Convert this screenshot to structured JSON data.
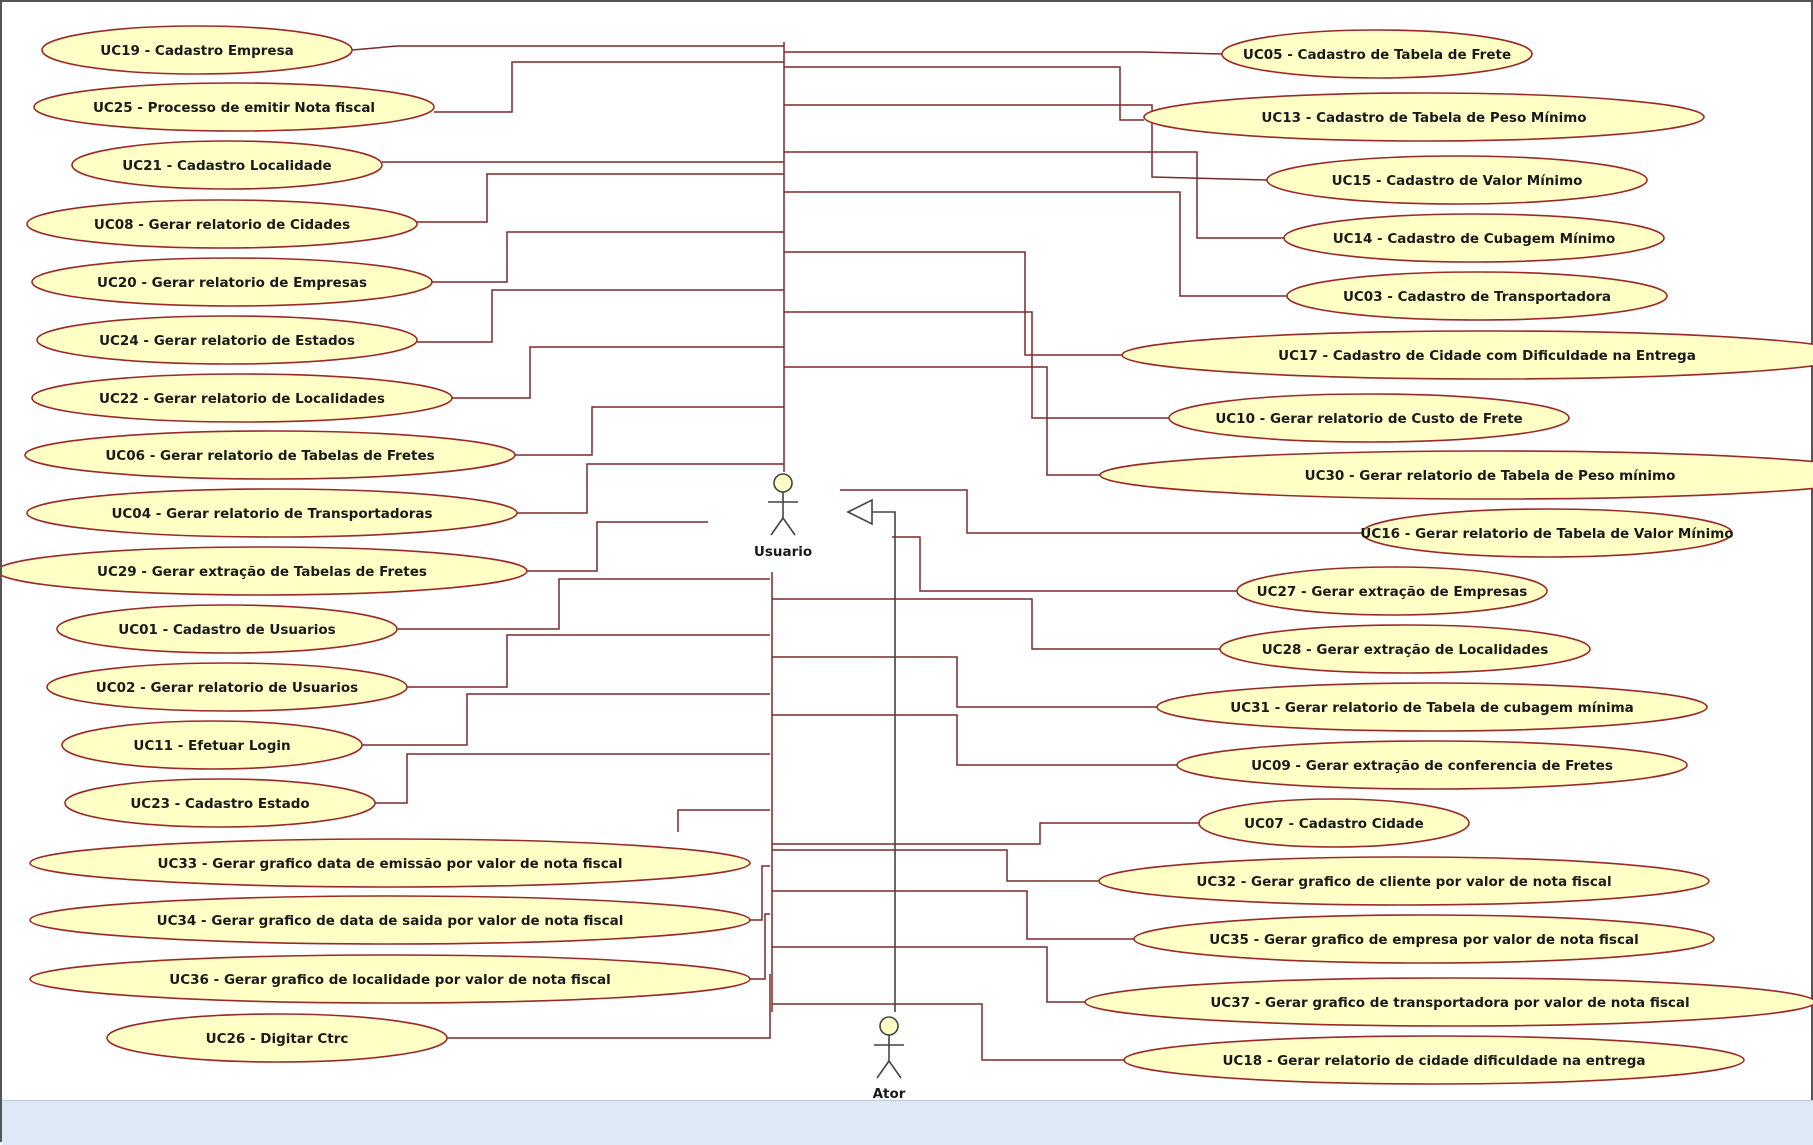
{
  "diagram": {
    "actors": [
      {
        "id": "usuario",
        "label": "Usuario"
      },
      {
        "id": "ator",
        "label": "Ator"
      }
    ],
    "use_cases_left": [
      {
        "id": "UC19",
        "label": "UC19 - Cadastro Empresa"
      },
      {
        "id": "UC25",
        "label": "UC25 - Processo de emitir Nota fiscal"
      },
      {
        "id": "UC21",
        "label": "UC21 - Cadastro Localidade"
      },
      {
        "id": "UC08",
        "label": "UC08 - Gerar relatorio de Cidades"
      },
      {
        "id": "UC20",
        "label": "UC20 - Gerar relatorio de Empresas"
      },
      {
        "id": "UC24",
        "label": "UC24 - Gerar relatorio de Estados"
      },
      {
        "id": "UC22",
        "label": "UC22 - Gerar relatorio de Localidades"
      },
      {
        "id": "UC06",
        "label": "UC06 - Gerar relatorio de Tabelas de Fretes"
      },
      {
        "id": "UC04",
        "label": "UC04 - Gerar relatorio de Transportadoras"
      },
      {
        "id": "UC29",
        "label": "UC29 - Gerar extração de Tabelas de Fretes"
      },
      {
        "id": "UC01",
        "label": "UC01 - Cadastro de Usuarios"
      },
      {
        "id": "UC02",
        "label": "UC02 - Gerar relatorio de Usuarios"
      },
      {
        "id": "UC11",
        "label": "UC11 - Efetuar Login"
      },
      {
        "id": "UC23",
        "label": "UC23 - Cadastro Estado"
      },
      {
        "id": "UC33",
        "label": "UC33 - Gerar grafico data de emissão por valor de nota fiscal"
      },
      {
        "id": "UC34",
        "label": "UC34 - Gerar grafico de data de saida por valor de nota fiscal"
      },
      {
        "id": "UC36",
        "label": "UC36 - Gerar grafico de localidade por valor de nota fiscal"
      },
      {
        "id": "UC26",
        "label": "UC26 - Digitar Ctrc"
      }
    ],
    "use_cases_right": [
      {
        "id": "UC05",
        "label": "UC05 - Cadastro de Tabela de Frete"
      },
      {
        "id": "UC13",
        "label": "UC13 - Cadastro de Tabela de Peso Mínimo"
      },
      {
        "id": "UC15",
        "label": "UC15 - Cadastro de Valor Mínimo"
      },
      {
        "id": "UC14",
        "label": "UC14 - Cadastro de Cubagem Mínimo"
      },
      {
        "id": "UC03",
        "label": "UC03 - Cadastro de Transportadora"
      },
      {
        "id": "UC17",
        "label": "UC17 - Cadastro de Cidade com Dificuldade na Entrega"
      },
      {
        "id": "UC10",
        "label": "UC10 - Gerar relatorio de Custo de Frete"
      },
      {
        "id": "UC30",
        "label": "UC30 - Gerar relatorio de Tabela de Peso mínimo"
      },
      {
        "id": "UC16",
        "label": "UC16 - Gerar relatorio de Tabela de Valor Mínimo"
      },
      {
        "id": "UC27",
        "label": "UC27 - Gerar extração de Empresas"
      },
      {
        "id": "UC28",
        "label": "UC28 - Gerar extração de Localidades"
      },
      {
        "id": "UC31",
        "label": "UC31 -  Gerar relatorio de Tabela de cubagem mínima"
      },
      {
        "id": "UC09",
        "label": "UC09 - Gerar extração de conferencia de Fretes"
      },
      {
        "id": "UC07",
        "label": "UC07 - Cadastro Cidade"
      },
      {
        "id": "UC32",
        "label": "UC32 - Gerar grafico de cliente por valor de nota fiscal"
      },
      {
        "id": "UC35",
        "label": "UC35 - Gerar grafico de empresa por valor de nota fiscal"
      },
      {
        "id": "UC37",
        "label": "UC37 - Gerar grafico de transportadora por valor de nota fiscal"
      },
      {
        "id": "UC18",
        "label": "UC18 - Gerar relatorio de cidade dificuldade na entrega"
      }
    ]
  }
}
